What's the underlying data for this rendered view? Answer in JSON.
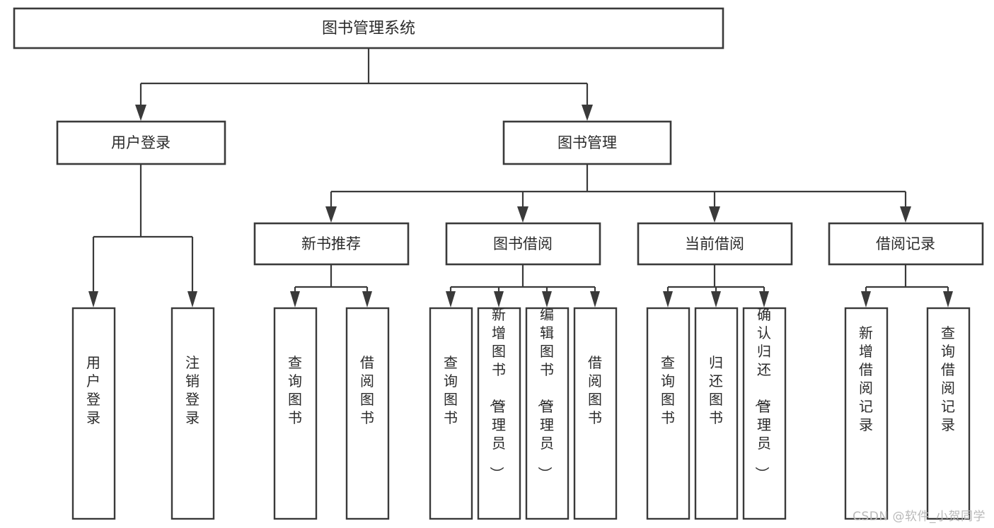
{
  "diagram": {
    "type": "tree-hierarchy",
    "title": "图书管理系统",
    "orientation": "top-down",
    "colors": {
      "box_stroke": "#3a3a3a",
      "box_fill": "#ffffff",
      "connector": "#3a3a3a",
      "text": "#2b2b2b",
      "background": "#ffffff",
      "watermark": "#b9b9b9"
    },
    "root": {
      "label": "图书管理系统"
    },
    "level2": [
      {
        "label": "用户登录"
      },
      {
        "label": "图书管理"
      }
    ],
    "level3": [
      {
        "label": "新书推荐"
      },
      {
        "label": "图书借阅"
      },
      {
        "label": "当前借阅"
      },
      {
        "label": "借阅记录"
      }
    ],
    "leaves": {
      "user_login": [
        {
          "label": "用户登录"
        },
        {
          "label": "注销登录"
        }
      ],
      "new_book_recommend": [
        {
          "label": "查询图书"
        },
        {
          "label": "借阅图书"
        }
      ],
      "book_borrow": [
        {
          "label": "查询图书"
        },
        {
          "label": "新增图书（管理员）"
        },
        {
          "label": "编辑图书（管理员）"
        },
        {
          "label": "借阅图书"
        }
      ],
      "current_borrow": [
        {
          "label": "查询图书"
        },
        {
          "label": "归还图书"
        },
        {
          "label": "确认归还（管理员）"
        }
      ],
      "borrow_record": [
        {
          "label": "新增借阅记录"
        },
        {
          "label": "查询借阅记录"
        }
      ]
    }
  },
  "watermark": {
    "text": "CSDN @软件_小贺同学"
  }
}
